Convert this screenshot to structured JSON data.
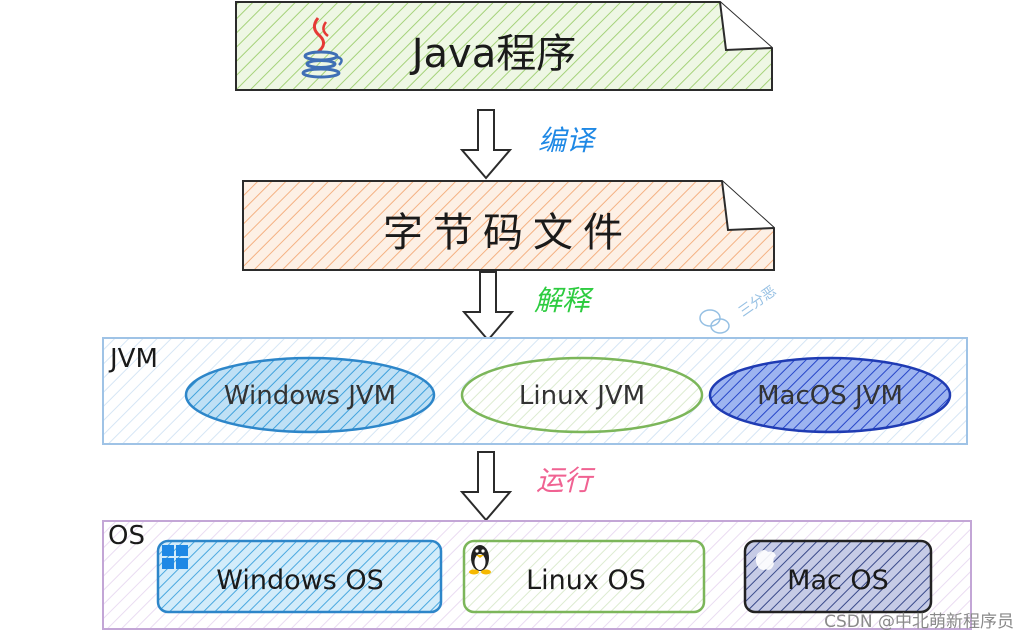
{
  "source_box": {
    "label": "Java程序",
    "icon": "java-cup-icon",
    "fill": "#dbeec8",
    "hatch": "#9ccc65"
  },
  "compile_label": "编译",
  "bytecode_box": {
    "label": "字节码文件",
    "fill": "#fbe5d3",
    "hatch": "#f4b183"
  },
  "interpret_label": "解释",
  "watermark": "三分恶",
  "jvm_group": {
    "title": "JVM",
    "items": [
      {
        "label": "Windows JVM"
      },
      {
        "label": "Linux JVM"
      },
      {
        "label": "MacOS JVM"
      }
    ]
  },
  "run_label": "运行",
  "os_group": {
    "title": "OS",
    "items": [
      {
        "label": "Windows OS",
        "icon": "windows-logo-icon"
      },
      {
        "label": "Linux OS",
        "icon": "linux-penguin-icon"
      },
      {
        "label": "Mac OS",
        "icon": "apple-logo-icon"
      }
    ]
  },
  "credit": "CSDN @中北萌新程序员",
  "colors": {
    "compile": "#1e88e5",
    "interpret": "#2ecc40",
    "run": "#f06292",
    "jvm_border": "#9fc3e6",
    "os_border": "#c3a6d6"
  }
}
